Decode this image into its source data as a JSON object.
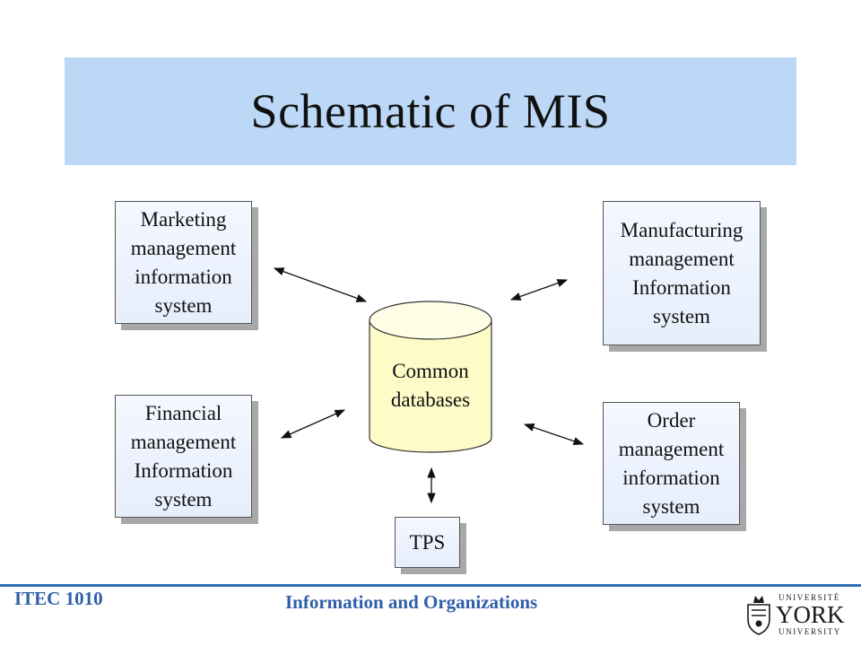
{
  "slide": {
    "title": "Schematic of MIS",
    "footer_course": "ITEC 1010",
    "footer_subject": "Information and Organizations"
  },
  "nodes": {
    "marketing": [
      "Marketing",
      "management",
      "information",
      "system"
    ],
    "manufacturing": [
      "Manufacturing",
      "management",
      "Information",
      "system"
    ],
    "financial": [
      "Financial",
      "management",
      "Information",
      "system"
    ],
    "order": [
      "Order",
      "management",
      "information",
      "system"
    ],
    "tps": "TPS",
    "database": [
      "Common",
      "databases"
    ]
  },
  "logo": {
    "top": "UNIVERSITÉ",
    "main": "YORK",
    "bottom": "UNIVERSITY"
  },
  "colors": {
    "title_band": "#bcd8f6",
    "node_fill": "#e6eefc",
    "database_fill": "#fdfbc8",
    "footer_text": "#2f5fa8",
    "footer_rule": "#2c6eb8"
  }
}
